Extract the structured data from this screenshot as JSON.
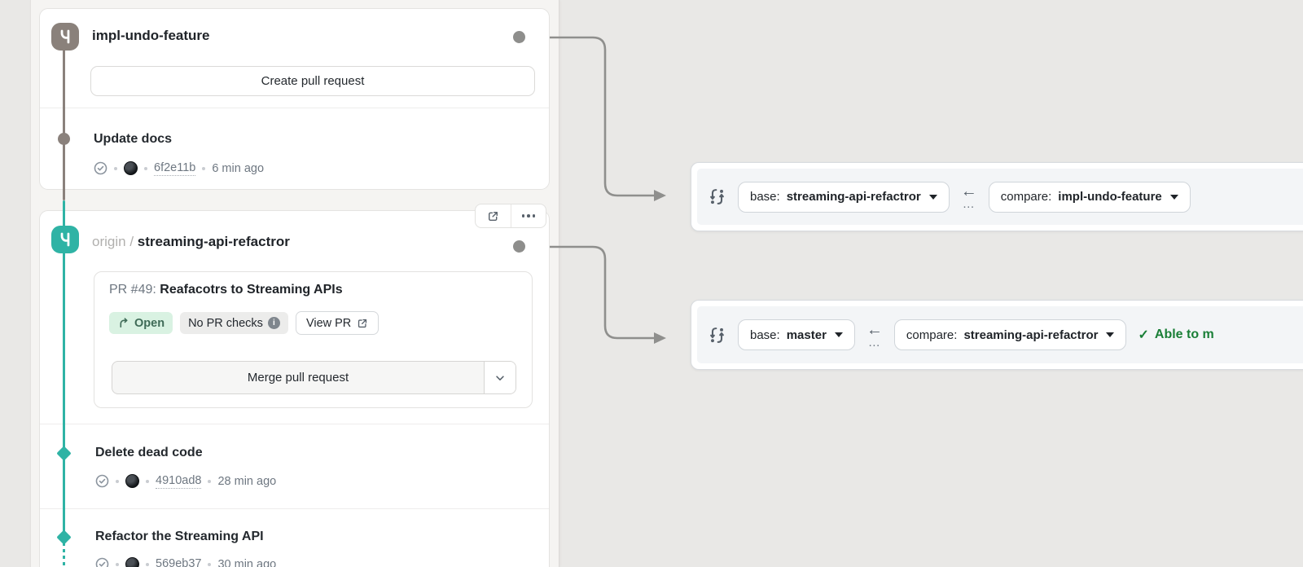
{
  "colors": {
    "teal": "#2fb3a5",
    "taupe": "#8a817b",
    "merge_ok_green": "#1a7f37",
    "open_badge_bg": "#d9f2e2"
  },
  "branch_card_1": {
    "name": "impl-undo-feature",
    "create_pr_label": "Create pull request",
    "commit": {
      "title": "Update docs",
      "sha": "6f2e11b",
      "time": "6 min ago"
    }
  },
  "branch_card_2": {
    "remote": "origin",
    "separator": "/",
    "name": "streaming-api-refactror",
    "pr": {
      "label": "PR #49:",
      "title": "Reafacotrs to Streaming APIs",
      "status_badge": "Open",
      "checks_badge": "No PR checks",
      "info_glyph": "i",
      "view_pr_label": "View PR",
      "merge_label": "Merge pull request"
    },
    "commits": [
      {
        "title": "Delete dead code",
        "sha": "4910ad8",
        "time": "28 min ago"
      },
      {
        "title": "Refactor the Streaming API",
        "sha": "569eb37",
        "time": "30 min ago"
      }
    ]
  },
  "compare_bars": [
    {
      "base_prefix": "base:",
      "base_branch": "streaming-api-refactror",
      "compare_prefix": "compare:",
      "compare_branch": "impl-undo-feature",
      "status": ""
    },
    {
      "base_prefix": "base:",
      "base_branch": "master",
      "compare_prefix": "compare:",
      "compare_branch": "streaming-api-refactror",
      "status": "Able to m"
    }
  ],
  "glyphs": {
    "left_arrow": "←",
    "range_dots": "…",
    "check": "✓"
  }
}
